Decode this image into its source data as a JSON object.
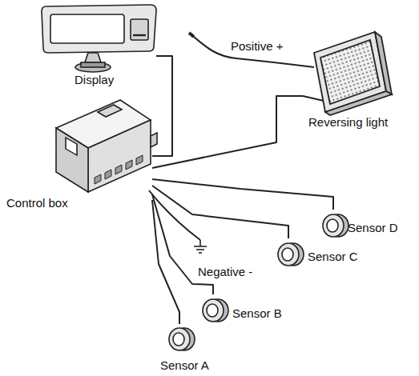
{
  "diagram": {
    "nodes": [
      {
        "text": [
          "Display"
        ]
      },
      {
        "text": [
          "Reversing light"
        ]
      },
      {
        "text": [
          "Control box"
        ]
      },
      {
        "text": [
          "Sensor A"
        ]
      },
      {
        "text": [
          "Sensor B"
        ]
      },
      {
        "text": [
          "Sensor C"
        ]
      },
      {
        "text": [
          "Sensor D"
        ]
      }
    ],
    "edges": [
      {
        "from": 2,
        "to": 0,
        "arrow": "none"
      },
      {
        "from": 2,
        "to": 1,
        "arrow": "none"
      },
      {
        "from": 2,
        "to": 3,
        "arrow": "none"
      },
      {
        "from": 2,
        "to": 4,
        "arrow": "none"
      },
      {
        "from": 2,
        "to": 5,
        "arrow": "none"
      },
      {
        "from": 2,
        "to": 6,
        "arrow": "none"
      }
    ],
    "labels": [
      "Positive +",
      "Negative -"
    ]
  }
}
